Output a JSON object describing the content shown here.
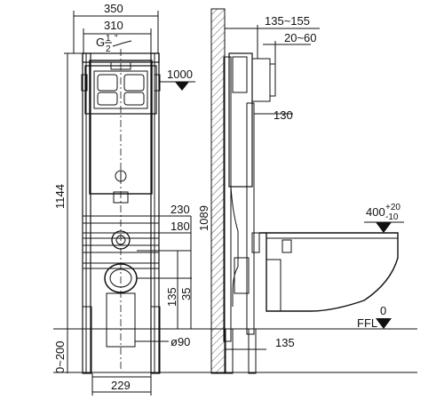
{
  "front_view": {
    "width_outer": "350",
    "width_inner": "310",
    "pipe_thread": "G",
    "pipe_thread_frac_num": "1",
    "pipe_thread_frac_den": "2",
    "pipe_thread_suffix": "\"",
    "height_total": "1144",
    "level_top": "1000",
    "offset_230": "230",
    "offset_180": "180",
    "vertical_135": "135",
    "vertical_35": "35",
    "floor_range": "0~200",
    "drain_diameter": "ø90",
    "foot_width": "229"
  },
  "side_view": {
    "depth_range": "135~155",
    "plate_range": "20~60",
    "depth_130": "130",
    "height_1089": "1089",
    "bottom_135": "135",
    "bowl_height_main": "400",
    "bowl_height_tol_plus": "+20",
    "bowl_height_tol_minus": "-10",
    "level_zero": "0",
    "floor_label": "FFL"
  }
}
